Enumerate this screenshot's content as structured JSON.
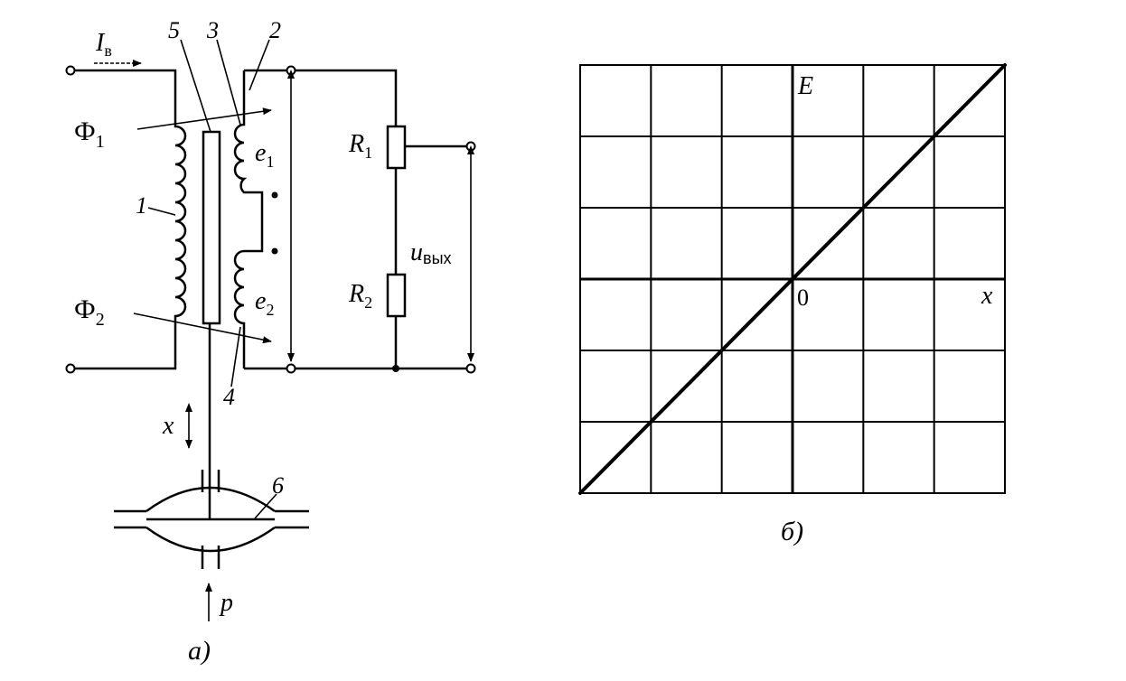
{
  "left": {
    "caption": "а)",
    "current": {
      "symbol": "I",
      "sub": "в"
    },
    "fluxes": [
      {
        "symbol": "Ф",
        "sub": "1"
      },
      {
        "symbol": "Ф",
        "sub": "2"
      }
    ],
    "emf": [
      {
        "symbol": "e",
        "sub": "1"
      },
      {
        "symbol": "e",
        "sub": "2"
      }
    ],
    "resistors": [
      {
        "symbol": "R",
        "sub": "1"
      },
      {
        "symbol": "R",
        "sub": "2"
      }
    ],
    "output": {
      "symbol": "u",
      "sub": "вых"
    },
    "displacement": "x",
    "pressure": "p",
    "parts": [
      "1",
      "2",
      "3",
      "4",
      "5",
      "6"
    ]
  },
  "right": {
    "caption": "б)",
    "axis_y": "E",
    "axis_x": "x",
    "origin": "0"
  },
  "chart_data": {
    "type": "line",
    "x": [
      -3,
      3
    ],
    "y": [
      -3,
      3
    ],
    "xlim": [
      -3,
      3
    ],
    "ylim": [
      -3,
      3
    ],
    "grid": true,
    "xlabel": "x",
    "ylabel": "E",
    "title": ""
  }
}
